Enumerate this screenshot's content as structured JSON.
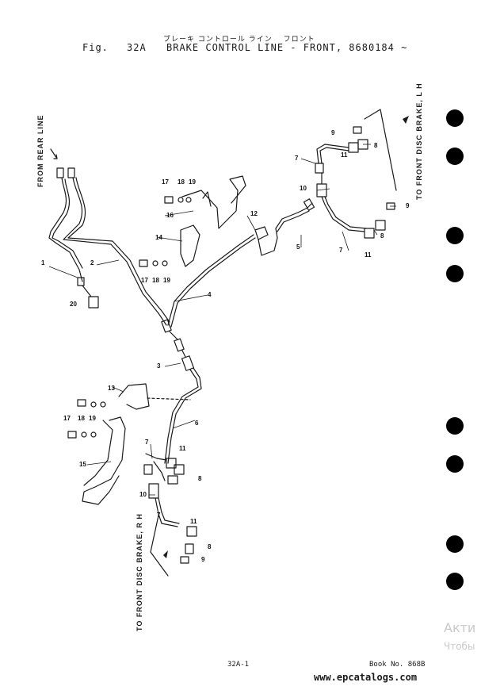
{
  "header": {
    "japanese_title": "ブレーキ コントロール ライン　 フロント",
    "fig_label": "Fig.",
    "fig_number": "32A",
    "title": "BRAKE CONTROL LINE - FRONT, 8680184 ~"
  },
  "labels": {
    "from_rear_line": "FROM REAR LINE",
    "to_front_lh": "TO FRONT DISC BRAKE, L H",
    "to_front_rh": "TO FRONT DISC BRAKE, R H"
  },
  "callouts": [
    "1",
    "2",
    "3",
    "4",
    "5",
    "6",
    "7",
    "8",
    "9",
    "10",
    "11",
    "12",
    "13",
    "14",
    "15",
    "16",
    "17",
    "18",
    "19",
    "20"
  ],
  "footer": {
    "page": "32A-1",
    "book": "Book No. 868B",
    "site": "www.epcatalogs.com"
  },
  "watermark": {
    "line1": "Акти",
    "line2": "Чтобы"
  }
}
